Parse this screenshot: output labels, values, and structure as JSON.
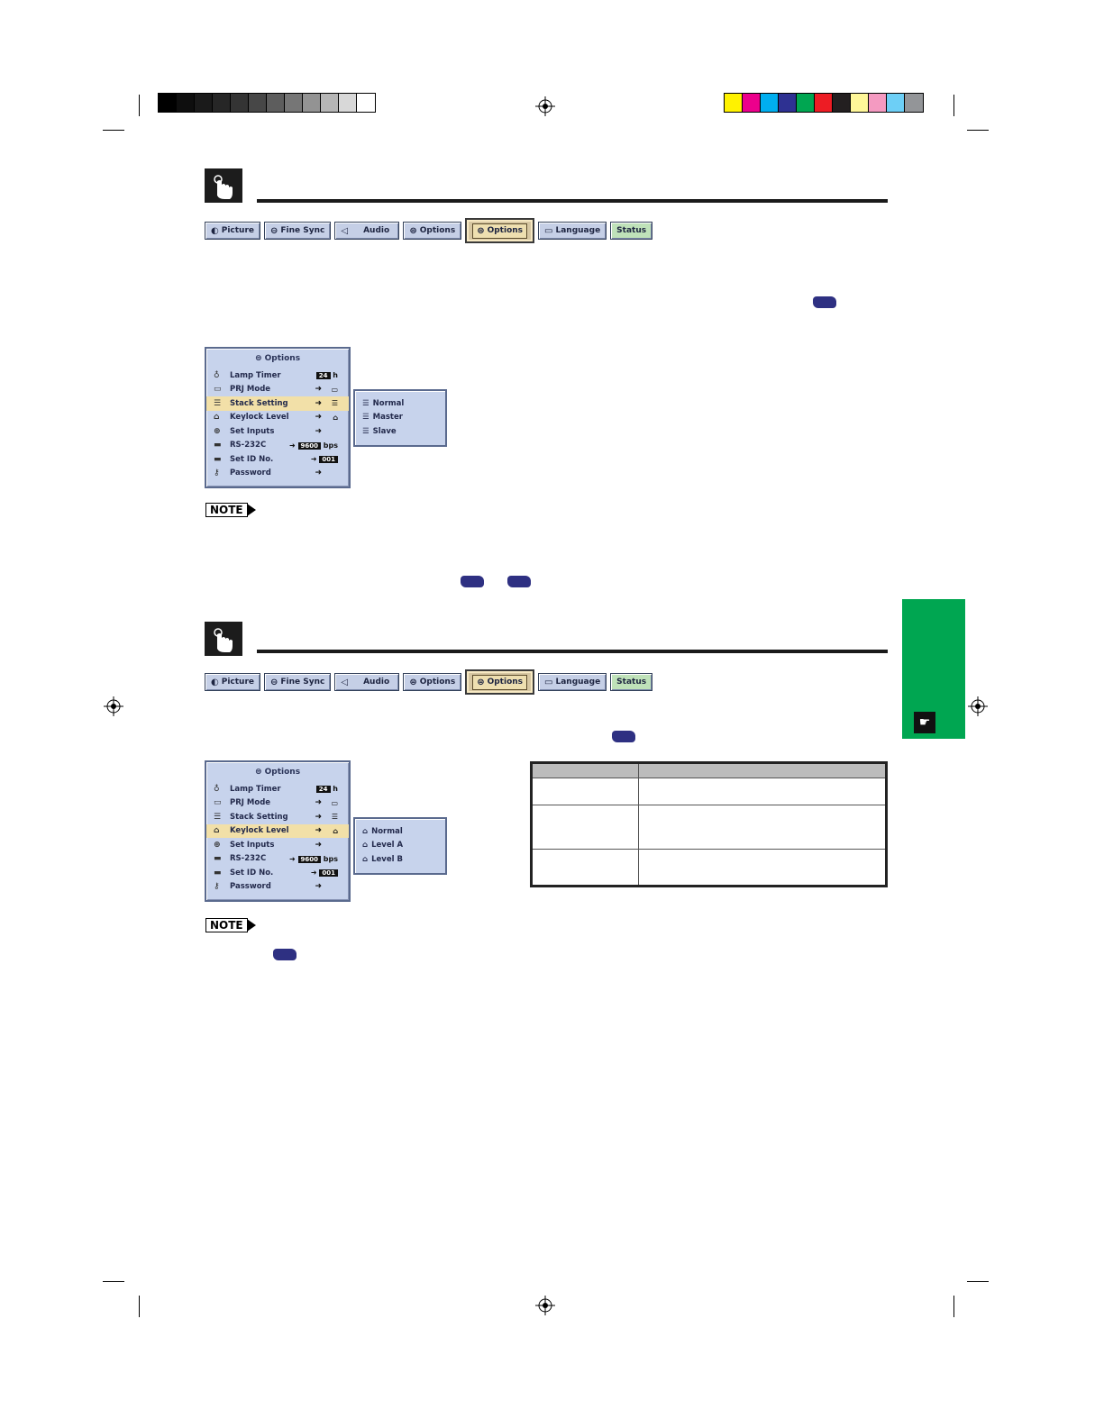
{
  "tabs_top": [
    {
      "label": "Picture",
      "icon": "picture-icon"
    },
    {
      "label": "Fine Sync",
      "icon": "fine-sync-icon"
    },
    {
      "label": "Audio",
      "icon": "speaker-icon"
    },
    {
      "label": "Options",
      "icon": "options-icon"
    },
    {
      "label": "Options",
      "icon": "options-icon"
    },
    {
      "label": "Language",
      "icon": "speech-bubble-icon"
    },
    {
      "label": "Status",
      "icon": ""
    }
  ],
  "tabs_bottom": [
    {
      "label": "Picture",
      "icon": "picture-icon"
    },
    {
      "label": "Fine Sync",
      "icon": "fine-sync-icon"
    },
    {
      "label": "Audio",
      "icon": "speaker-icon"
    },
    {
      "label": "Options",
      "icon": "options-icon"
    },
    {
      "label": "Options",
      "icon": "options-icon"
    },
    {
      "label": "Language",
      "icon": "speech-bubble-icon"
    },
    {
      "label": "Status",
      "icon": ""
    }
  ],
  "menu_top": {
    "title": "Options",
    "rows": [
      {
        "label": "Lamp Timer",
        "value": "24",
        "unit": "h"
      },
      {
        "label": "PRJ Mode",
        "value": ""
      },
      {
        "label": "Stack Setting",
        "value": ""
      },
      {
        "label": "Keylock Level",
        "value": ""
      },
      {
        "label": "Set Inputs",
        "value": ""
      },
      {
        "label": "RS-232C",
        "value": "9600",
        "unit": "bps"
      },
      {
        "label": "Set ID No.",
        "value": "001"
      },
      {
        "label": "Password",
        "value": ""
      }
    ],
    "submenu": [
      "Normal",
      "Master",
      "Slave"
    ]
  },
  "menu_bottom": {
    "title": "Options",
    "rows": [
      {
        "label": "Lamp Timer",
        "value": "24",
        "unit": "h"
      },
      {
        "label": "PRJ Mode",
        "value": ""
      },
      {
        "label": "Stack Setting",
        "value": ""
      },
      {
        "label": "Keylock Level",
        "value": ""
      },
      {
        "label": "Set Inputs",
        "value": ""
      },
      {
        "label": "RS-232C",
        "value": "9600",
        "unit": "bps"
      },
      {
        "label": "Set ID No.",
        "value": "001"
      },
      {
        "label": "Password",
        "value": ""
      }
    ],
    "submenu": [
      "Normal",
      "Level A",
      "Level B"
    ]
  },
  "note_label": "NOTE",
  "colors": {
    "accent_green": "#00a651",
    "pill_blue": "#2e3082",
    "menu_bg": "#c7d3ec",
    "highlight": "#f2e0a8"
  }
}
